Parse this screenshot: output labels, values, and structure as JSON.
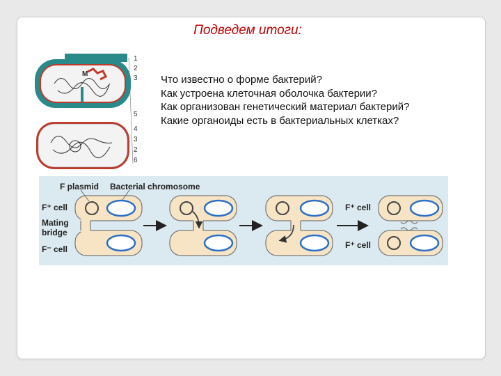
{
  "slide": {
    "title": "Подведем итоги:",
    "questions": [
      "Что известно о форме бактерий?",
      "Как устроена клеточная оболочка бактерии?",
      "Как организован генетический материал бактерий?",
      "Какие органоиды есть в бактериальных клетках?"
    ]
  },
  "cell_figure": {
    "callout_numbers": [
      "1",
      "2",
      "3",
      "5",
      "4",
      "3",
      "2",
      "6"
    ],
    "marker_letter": "M",
    "colors": {
      "wall": "#2a8a8a",
      "cytoplasm": "#f3f3f3",
      "accent": "#c0392b"
    }
  },
  "conjugation": {
    "labels": {
      "f_plasmid": "F plasmid",
      "bacterial_chromosome": "Bacterial chromosome",
      "f_plus_cell": "F⁺ cell",
      "mating_bridge_line1": "Mating",
      "mating_bridge_line2": "bridge",
      "f_minus_cell": "F⁻ cell",
      "result_f_plus_top": "F⁺ cell",
      "result_f_plus_bottom": "F⁺ cell"
    },
    "colors": {
      "background": "#dbe9f0",
      "cell_fill": "#f6e4c4",
      "chromosome": "#2e6fc4",
      "plasmid": "#444444"
    }
  }
}
